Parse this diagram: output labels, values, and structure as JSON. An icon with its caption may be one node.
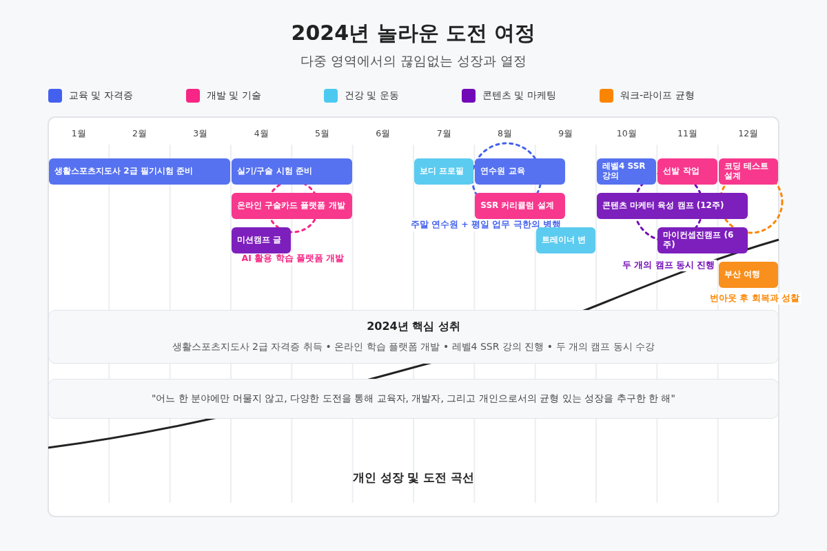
{
  "diagram": {
    "title": "2024년 놀라운 도전 여정",
    "nodes": [
      {
        "text": [
          "생활스포츠지도사 2급 필기시험 준비"
        ]
      },
      {
        "text": [
          "실기/구술 시험 준비"
        ]
      },
      {
        "text": [
          "보디 프로필"
        ]
      },
      {
        "text": [
          "연수원 교육"
        ]
      },
      {
        "text": [
          "레벨4 SSR 강의"
        ]
      },
      {
        "text": [
          "선발 작업"
        ]
      },
      {
        "text": [
          "코딩 테스트 설계"
        ]
      },
      {
        "text": [
          "온라인 구술카드 플랫폼 개발"
        ]
      },
      {
        "text": [
          "SSR 커리큘럼 설계"
        ]
      },
      {
        "text": [
          "콘텐츠 마케터 육성 캠프 (12주)"
        ]
      },
      {
        "text": [
          "미션캠프 글"
        ]
      },
      {
        "text": [
          "트레이너 변"
        ]
      },
      {
        "text": [
          "마이컨셉진캠프 (6주)"
        ]
      },
      {
        "text": [
          "부산 여행"
        ]
      },
      {
        "text": [
          "2024년 핵심 성취",
          "생활스포츠지도사 2급 자격증 취득 • 온라인 학습 플랫폼 개발 • 레벨4 SSR 강의 진행 • 두 개의 캠프 동시 수강"
        ]
      },
      {
        "text": [
          "\"어느 한 분야에만 머물지 않고, 다양한 도전을 통해 교육자, 개발자, 그리고 개인으로서의 균형 있는 성장을 추구한 한 해\""
        ]
      }
    ],
    "edges": [],
    "labels": [
      "다중 영역에서의 끊임없는 성장과 열정",
      "1월",
      "2월",
      "3월",
      "4월",
      "5월",
      "6월",
      "7월",
      "8월",
      "9월",
      "10월",
      "11월",
      "12월",
      "AI 활용 학습 플랫폼 개발",
      "주말 연수원 + 평일 업무 극한의 병행",
      "두 개의 캠프 동시 진행",
      "번아웃 후 회복과 성찰",
      "개인 성장 및 도전 곡선"
    ],
    "legend": [
      {
        "text": "교육 및 자격증",
        "color": "#4361ee"
      },
      {
        "text": "개발 및 기술",
        "color": "#f72585"
      },
      {
        "text": "건강 및 운동",
        "color": "#4cc9f0"
      },
      {
        "text": "콘텐츠 및 마케팅",
        "color": "#7209b7"
      },
      {
        "text": "워크-라이프 균형",
        "color": "#fb8500"
      }
    ]
  }
}
